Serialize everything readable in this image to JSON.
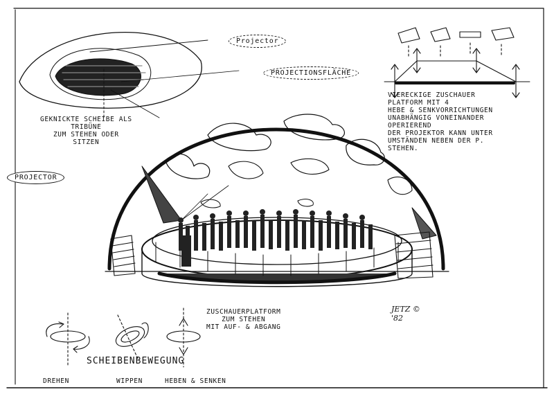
{
  "labels": {
    "projector_top": "Projector",
    "projectionflache": "PROJECTIONSFLÄCHE",
    "projector_left": "PROJECTOR",
    "disc_caption": "GEKNICKTE SCHEIBE ALS\nTRIBÜNE\nZUM STEHEN ODER\nSITZEN",
    "platform_caption": "VIERECKIGE ZUSCHAUER\nPLATFORM MIT 4\nHEBE & SENKVORRICHTUNGEN\nUNABHÄNGIG VONEINANDER\nOPERIEREND\nDER PROJEKTOR KANN UNTER\nUMSTÄNDEN NEBEN DER P.\nSTEHEN.",
    "zuschauer_caption": "ZUSCHAUERPLATFORM\nZUM STEHEN\nMIT AUF- & ABGANG",
    "scheiben_title": "SCHEIBENBEWEGUNG",
    "drehen": "DREHEN",
    "wippen": "WIPPEN",
    "heben_senken": "HEBEN & SENKEN",
    "signature": "JETZ ©\n'82"
  }
}
